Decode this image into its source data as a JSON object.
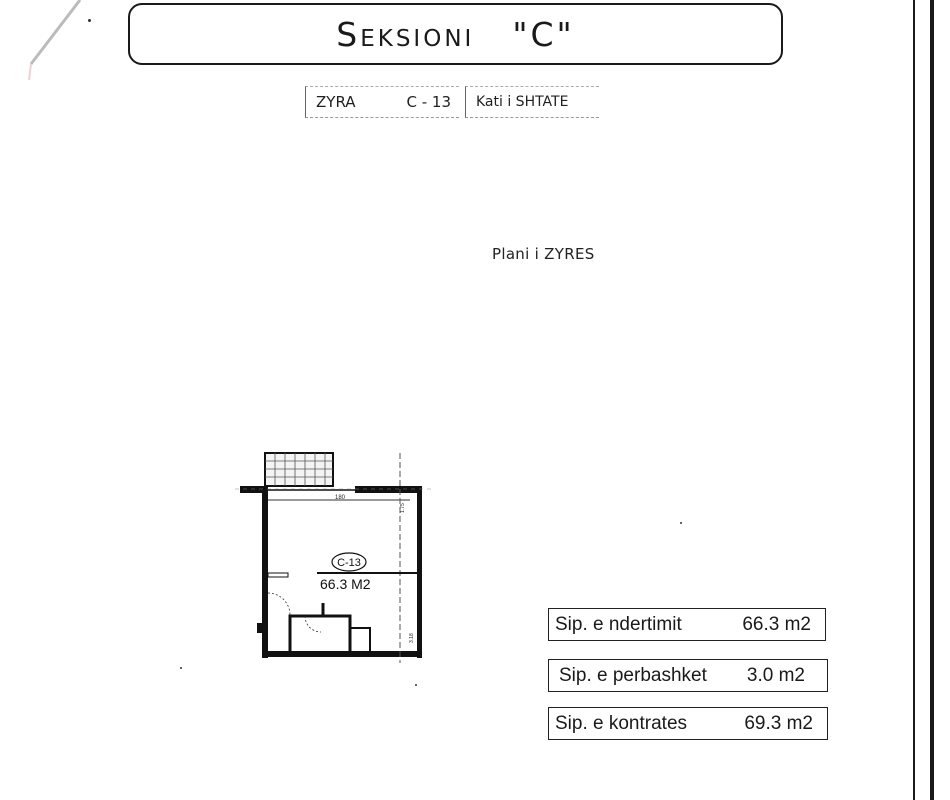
{
  "header": {
    "section_title": "Seksioni",
    "section_letter": "\"C\""
  },
  "unit_info": {
    "type_label": "ZYRA",
    "unit_code": "C - 13",
    "floor_label": "Kati i SHTATE"
  },
  "plan": {
    "title": "Plani i ZYRES",
    "unit_tag": "C-13",
    "area_label": "66.3 M2"
  },
  "areas": [
    {
      "label": "Sip. e ndertimit",
      "value": "66.3 m2"
    },
    {
      "label": "Sip. e perbashket",
      "value": "3.0 m2"
    },
    {
      "label": "Sip. e kontrates",
      "value": "69.3 m2"
    }
  ],
  "colors": {
    "ink": "#1a1a1a",
    "paper": "#ffffff"
  }
}
